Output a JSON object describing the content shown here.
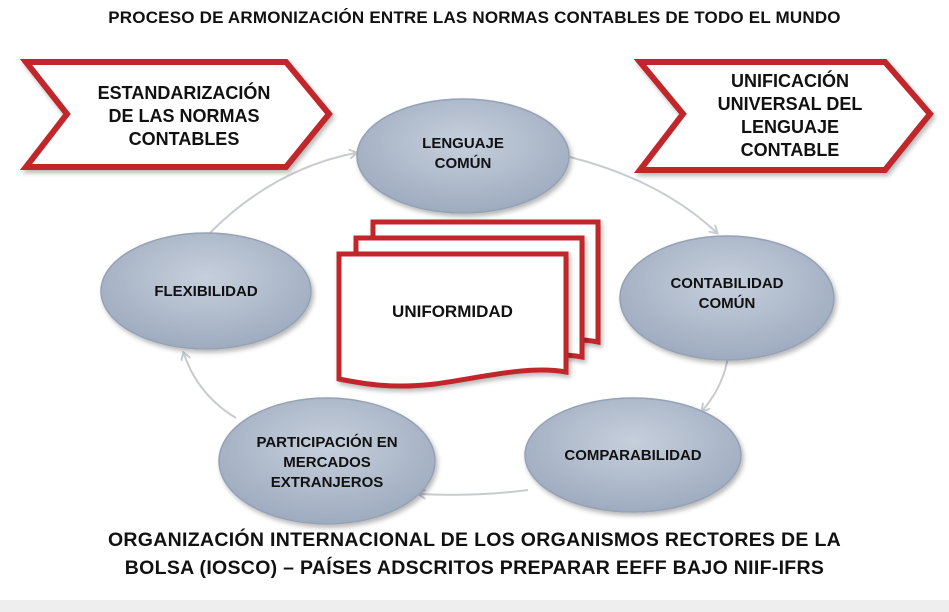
{
  "title": "PROCESO DE ARMONIZACIÓN ENTRE LAS NORMAS CONTABLES DE TODO EL MUNDO",
  "left_banner": "ESTANDARIZACIÓN\nDE LAS NORMAS\nCONTABLES",
  "right_banner": "UNIFICACIÓN\nUNIVERSAL DEL\nLENGUAJE\nCONTABLE",
  "center": "UNIFORMIDAD",
  "cycle_nodes": [
    {
      "label": "LENGUAJE\nCOMÚN"
    },
    {
      "label": "CONTABILIDAD\nCOMÚN"
    },
    {
      "label": "COMPARABILIDAD"
    },
    {
      "label": "PARTICIPACIÓN EN\nMERCADOS\nEXTRANJEROS"
    },
    {
      "label": "FLEXIBILIDAD"
    }
  ],
  "footer": {
    "line1": "ORGANIZACIÓN INTERNACIONAL DE LOS ORGANISMOS RECTORES DE LA",
    "line2": "BOLSA (IOSCO) – PAÍSES ADSCRITOS PREPARAR EEFF BAJO NIIF-IFRS"
  },
  "colors": {
    "node_fill": "#b4bfcf",
    "node_stroke": "#95a2b6",
    "banner_stroke": "#c0282a",
    "cycle_arrow": "#c8cbd0"
  }
}
